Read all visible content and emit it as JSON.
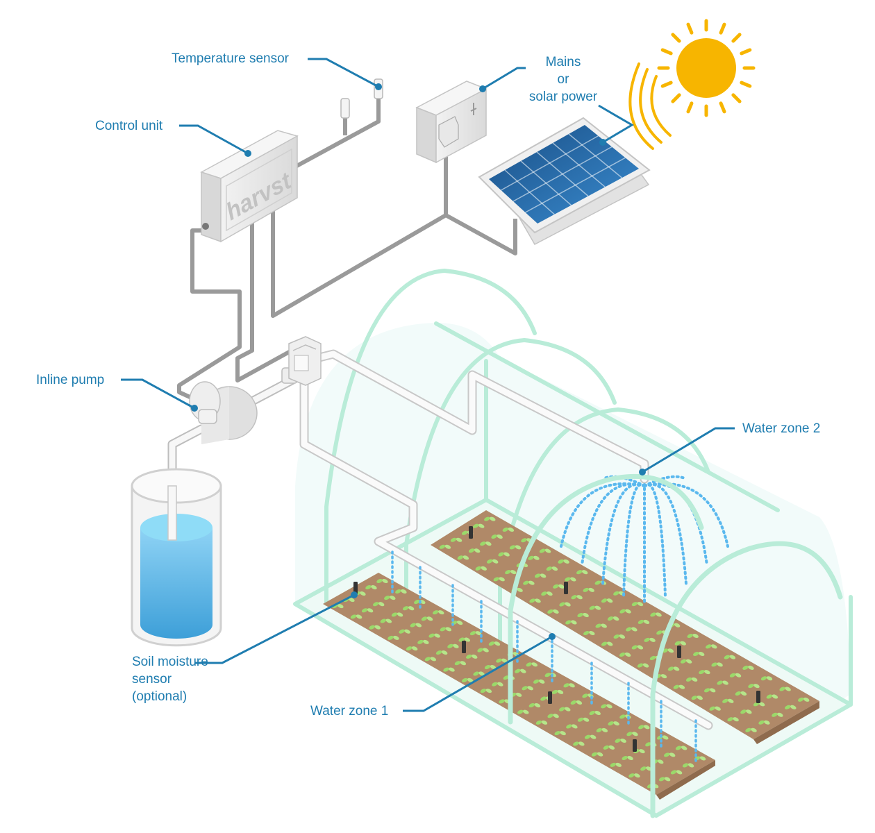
{
  "labels": {
    "temperature_sensor": "Temperature sensor",
    "mains_line1": "Mains",
    "mains_line2": "or",
    "mains_line3": "solar power",
    "control_unit": "Control unit",
    "inline_pump": "Inline pump",
    "water_zone_2": "Water zone 2",
    "soil_line1": "Soil moisture",
    "soil_line2": "sensor",
    "soil_line3": "(optional)",
    "water_zone_1": "Water zone 1"
  },
  "brand": "harvst",
  "colors": {
    "label": "#1f7db0",
    "leader": "#1f7db0",
    "cable": "#9a9a9a",
    "sun": "#f7b500",
    "frame": "#b9ecd8",
    "glass": "#e7f8f5",
    "soil": "#b08968",
    "leaf": "#9bd96a",
    "water": "#5ab8ee",
    "droplet": "#5ab8ee",
    "panel": "#1f5f9c"
  }
}
